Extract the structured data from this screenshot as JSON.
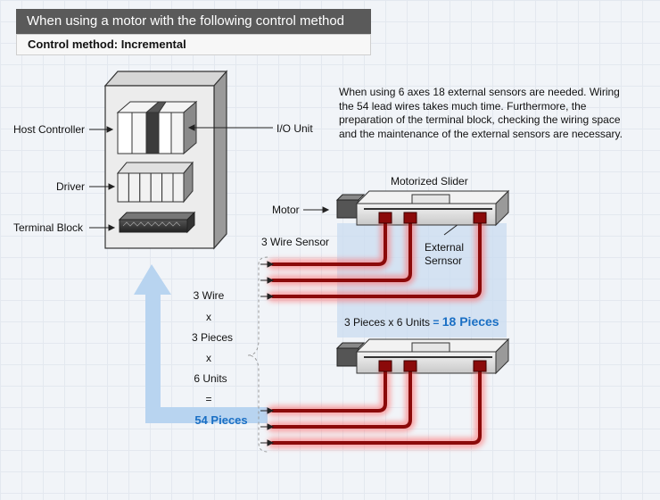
{
  "header": {
    "title": "When using a motor with the following control method",
    "subtitle": "Control method: Incremental"
  },
  "labels": {
    "host_controller": "Host Controller",
    "driver": "Driver",
    "terminal_block": "Terminal Block",
    "io_unit": "I/O Unit",
    "motorized_slider": "Motorized Slider",
    "motor": "Motor",
    "three_wire_sensor": "3 Wire Sensor",
    "external_sensor_line1": "External",
    "external_sensor_line2": "Sernsor"
  },
  "description": "When using 6 axes 18 external sensors are needed. Wiring the 54 lead wires takes much time. Furthermore, the preparation of the terminal block, checking the wiring space and the maintenance of the external sensors are necessary.",
  "calculation": {
    "wire": "3 Wire",
    "times1": "x",
    "pieces": "3 Pieces",
    "times2": "x",
    "units": "6 Units",
    "equals": "=",
    "result": "54 Pieces"
  },
  "sensor_total": {
    "text": "3 Pieces x 6 Units",
    "equals": "=",
    "result": "18 Pieces"
  },
  "colors": {
    "accent_blue": "#1a6fc4",
    "wire_red": "#8b0a0a",
    "arrow_blue": "#b8d4f0"
  }
}
